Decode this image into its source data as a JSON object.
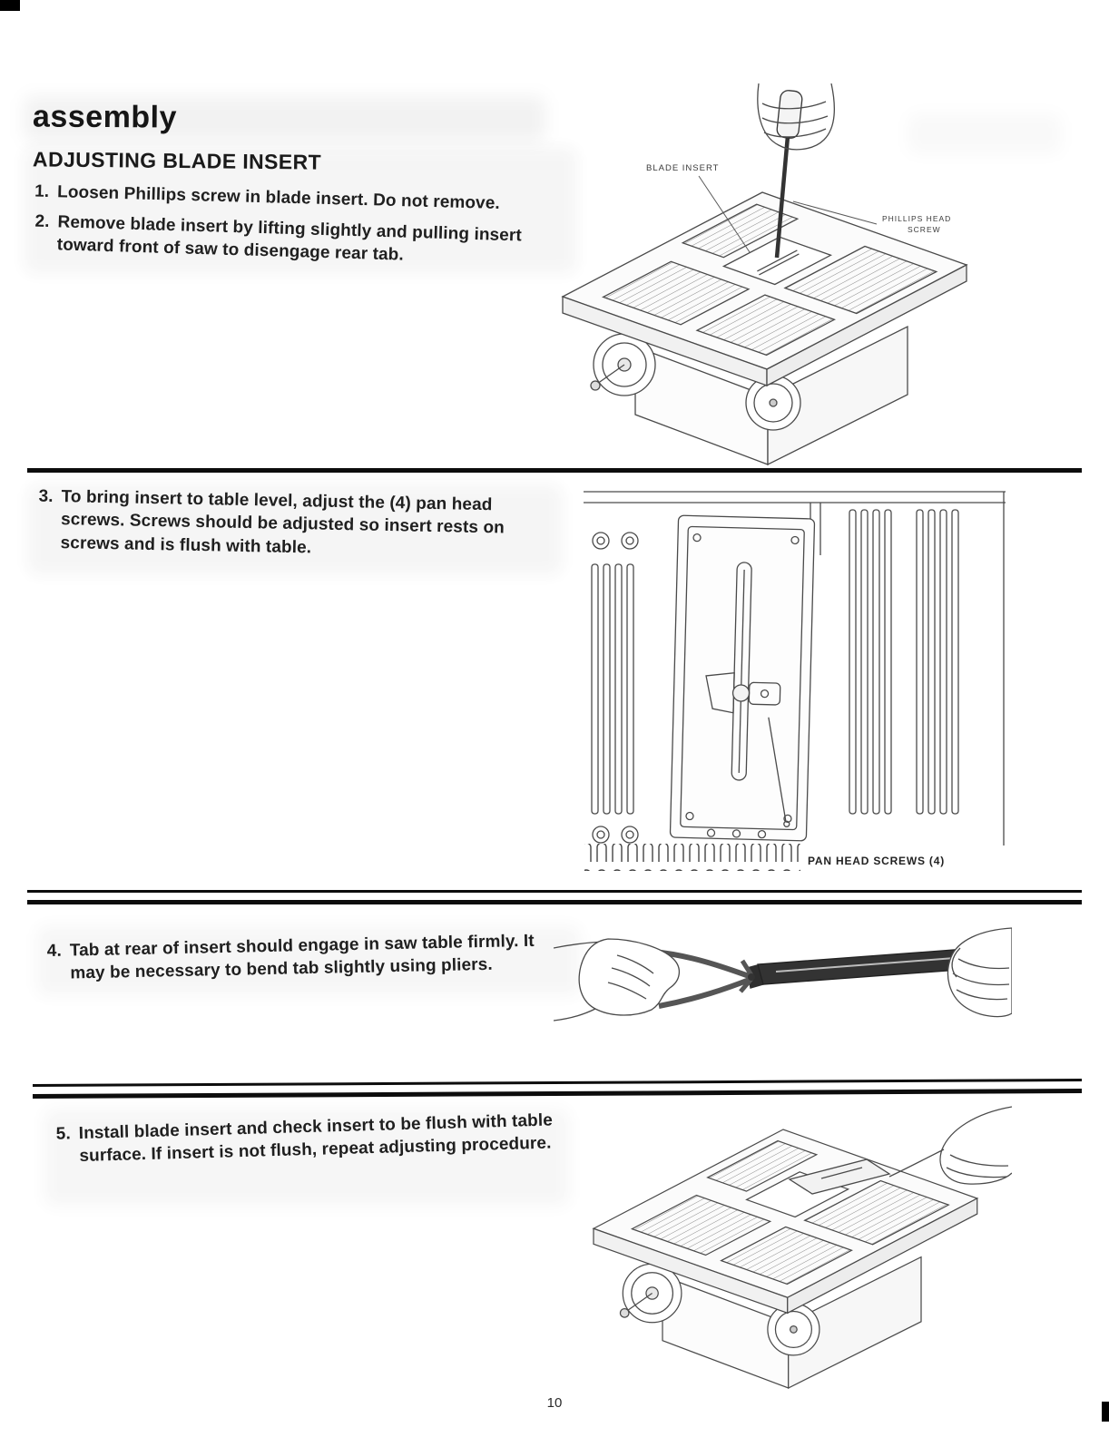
{
  "header": {
    "section": "assembly",
    "title": "ADJUSTING BLADE INSERT"
  },
  "steps": [
    {
      "num": "1.",
      "text": "Loosen Phillips screw in blade insert. Do not remove."
    },
    {
      "num": "2.",
      "text": "Remove blade insert by lifting slightly and pulling insert toward front of saw to disengage rear tab."
    },
    {
      "num": "3.",
      "text": "To bring insert to table level, adjust the (4) pan head screws. Screws should be adjusted so insert rests on screws and is flush with table."
    },
    {
      "num": "4.",
      "text": "Tab at rear of insert should engage in saw table firmly. It may be necessary to bend tab slightly using pliers."
    },
    {
      "num": "5.",
      "text": "Install blade insert and check insert to be flush with table surface. If insert is not flush, repeat adjusting procedure."
    }
  ],
  "figures": {
    "fig1": {
      "label_blade_insert": "BLADE INSERT",
      "label_phillips_1": "PHILLIPS HEAD",
      "label_phillips_2": "SCREW"
    },
    "fig2": {
      "label_pan_head": "PAN HEAD SCREWS (4)"
    }
  },
  "page": {
    "number": "10"
  },
  "colors": {
    "ink": "#1b1b1b",
    "line_art": "#4a4a4a"
  }
}
